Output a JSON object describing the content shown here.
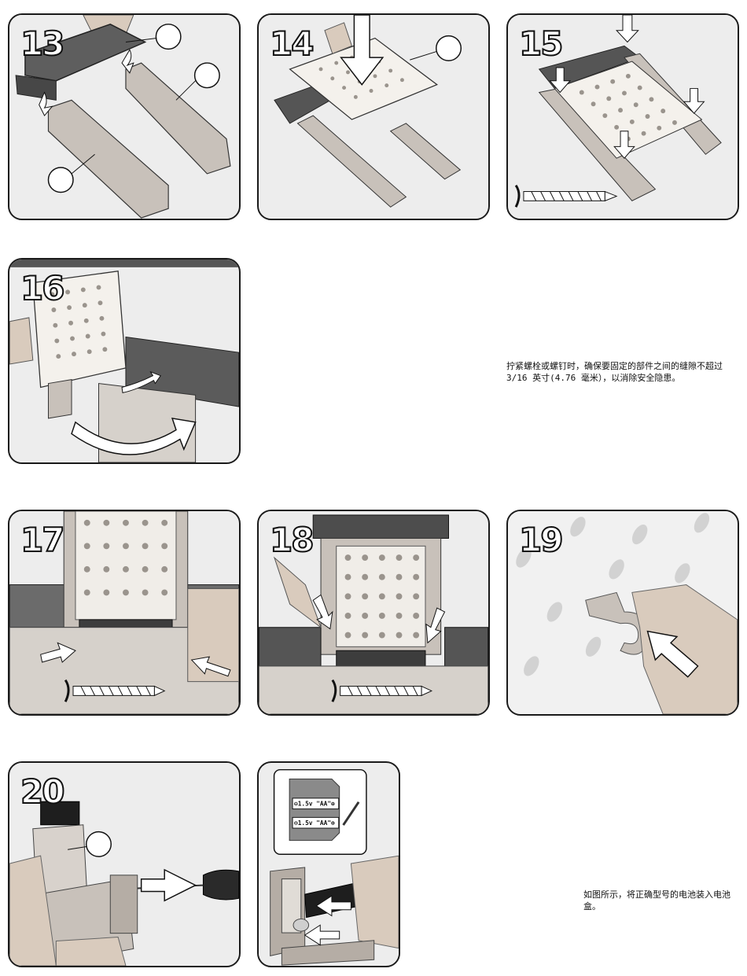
{
  "steps": [
    {
      "number": "13"
    },
    {
      "number": "14"
    },
    {
      "number": "15"
    },
    {
      "number": "16"
    },
    {
      "number": "17"
    },
    {
      "number": "18"
    },
    {
      "number": "19"
    },
    {
      "number": "20"
    }
  ],
  "notes": {
    "tighten": "拧紧螺栓或螺钉时，确保要固定的部件之间的缝隙不超过 3/16 英寸(4.76 毫米），以消除安全隐患。",
    "battery": "如图所示，将正确型号的电池装入电池盒。"
  },
  "battery_inset": {
    "label_1": "⊖1.5v \"AA\"⊕",
    "label_2": "⊖1.5v \"AA\"⊕"
  },
  "colors": {
    "panel_bg": "#ececec",
    "plastic_light": "#c9c3bc",
    "plastic_dark": "#5b5b5b",
    "outline": "#1a1a1a"
  }
}
